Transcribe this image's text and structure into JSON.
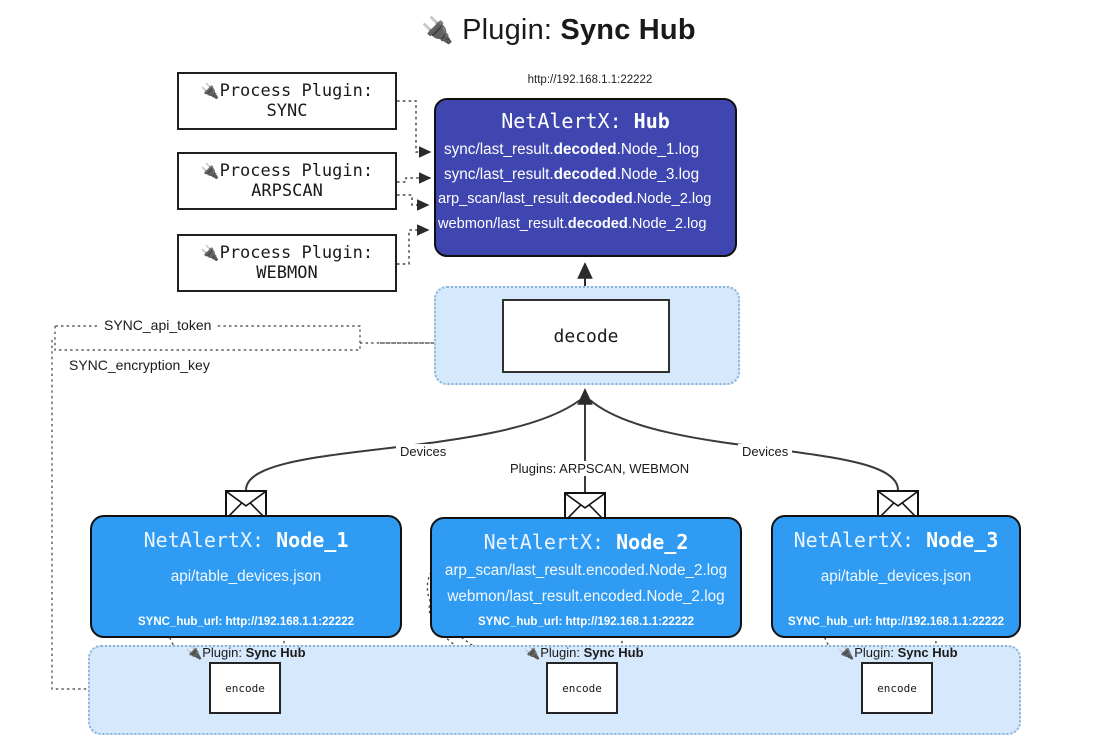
{
  "title": {
    "icon": "plug-icon",
    "label": "Plugin:",
    "value": "Sync Hub"
  },
  "hub": {
    "url": "http://192.168.1.1:22222",
    "title_prefix": "NetAlertX:",
    "title_name": "Hub",
    "logs": [
      {
        "pre": "sync/last_result.",
        "strong": "decoded",
        "post": ".Node_1.log"
      },
      {
        "pre": "sync/last_result.",
        "strong": "decoded",
        "post": ".Node_3.log"
      },
      {
        "pre": "arp_scan/last_result.",
        "strong": "decoded",
        "post": ".Node_2.log"
      },
      {
        "pre": "webmon/last_result.",
        "strong": "decoded",
        "post": ".Node_2.log"
      }
    ]
  },
  "process_plugins": [
    {
      "icon": "plug-icon",
      "line1": "Process Plugin:",
      "line2": "SYNC"
    },
    {
      "icon": "plug-icon",
      "line1": "Process Plugin:",
      "line2": "ARPSCAN"
    },
    {
      "icon": "plug-icon",
      "line1": "Process Plugin:",
      "line2": "WEBMON"
    }
  ],
  "settings": {
    "api_token": "SYNC_api_token",
    "encryption_key": "SYNC_encryption_key"
  },
  "decode": {
    "label": "decode"
  },
  "edges": {
    "devices_left": "Devices",
    "devices_right": "Devices",
    "plugins_center": "Plugins: ARPSCAN, WEBMON"
  },
  "nodes": [
    {
      "title_prefix": "NetAlertX:",
      "title_name": "Node_1",
      "lines": [
        "api/table_devices.json"
      ],
      "footer": "SYNC_hub_url: http://192.168.1.1:22222"
    },
    {
      "title_prefix": "NetAlertX:",
      "title_name": "Node_2",
      "lines": [
        "arp_scan/last_result.encoded.Node_2.log",
        "webmon/last_result.encoded.Node_2.log"
      ],
      "footer": "SYNC_hub_url: http://192.168.1.1:22222"
    },
    {
      "title_prefix": "NetAlertX:",
      "title_name": "Node_3",
      "lines": [
        "api/table_devices.json"
      ],
      "footer": "SYNC_hub_url: http://192.168.1.1:22222"
    }
  ],
  "band": {
    "plugin_label": "Plugin:",
    "plugin_name": "Sync Hub",
    "encode_label": "encode"
  },
  "colors": {
    "hub_fill": "#3f46af",
    "node_fill": "#2f9bf3",
    "region_fill": "#d6e8fb",
    "region_border": "#8ab4d8",
    "stroke": "#333333"
  }
}
